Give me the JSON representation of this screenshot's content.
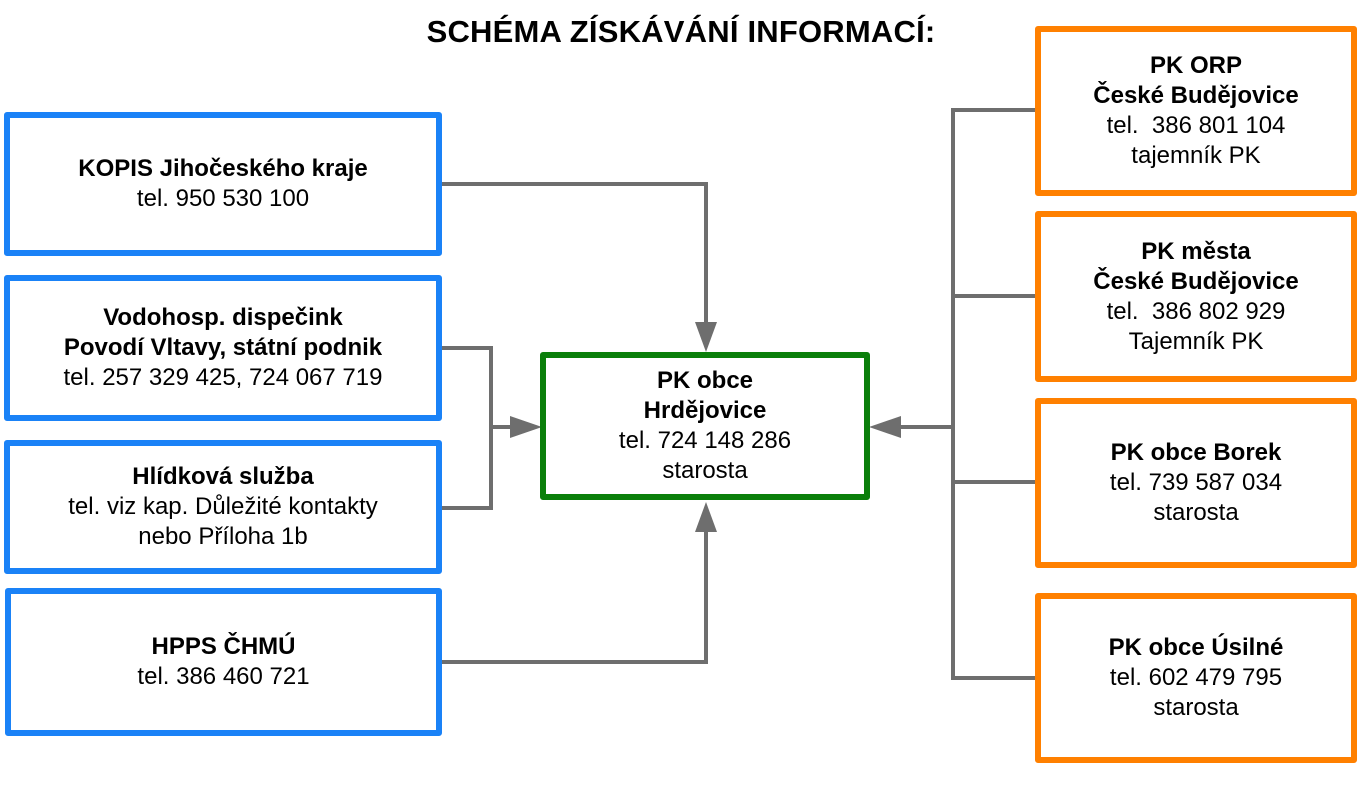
{
  "title": "SCHÉMA ZÍSKÁVÁNÍ INFORMACÍ:",
  "colors": {
    "source_border": "#1a82f7",
    "neighbor_border": "#ff8000",
    "center_border": "#0b7f0b",
    "connector": "#6e6e6e"
  },
  "center": {
    "lines": [
      {
        "text": "PK obce",
        "bold": true
      },
      {
        "text": "Hrdějovice",
        "bold": true
      },
      {
        "text": "tel. 724 148 286",
        "bold": false
      },
      {
        "text": "starosta",
        "bold": false
      }
    ]
  },
  "left_sources": [
    {
      "lines": [
        {
          "text": "KOPIS Jihočeského kraje",
          "bold": true
        },
        {
          "text": "tel. 950 530 100",
          "bold": false
        }
      ]
    },
    {
      "lines": [
        {
          "text": "Vodohosp. dispečink",
          "bold": true
        },
        {
          "text": "Povodí Vltavy, státní podnik",
          "bold": true
        },
        {
          "text": "tel. 257 329 425, 724 067 719",
          "bold": false
        }
      ]
    },
    {
      "lines": [
        {
          "text": "Hlídková služba",
          "bold": true
        },
        {
          "text": "tel. viz kap. Důležité kontakty",
          "bold": false
        },
        {
          "text": "nebo Příloha 1b",
          "bold": false
        }
      ]
    },
    {
      "lines": [
        {
          "text": "HPPS ČHMÚ",
          "bold": true
        },
        {
          "text": "tel. 386 460 721",
          "bold": false
        }
      ]
    }
  ],
  "right_sources": [
    {
      "lines": [
        {
          "text": "PK ORP",
          "bold": true
        },
        {
          "text": "České Budějovice",
          "bold": true
        },
        {
          "text": "tel.  386 801 104",
          "bold": false
        },
        {
          "text": "tajemník PK",
          "bold": false
        }
      ]
    },
    {
      "lines": [
        {
          "text": "PK města",
          "bold": true
        },
        {
          "text": "České Budějovice",
          "bold": true
        },
        {
          "text": "tel.  386 802 929",
          "bold": false
        },
        {
          "text": "Tajemník PK",
          "bold": false
        }
      ]
    },
    {
      "lines": [
        {
          "text": "PK obce Borek",
          "bold": true
        },
        {
          "text": "tel. 739 587 034",
          "bold": false
        },
        {
          "text": "starosta",
          "bold": false
        }
      ]
    },
    {
      "lines": [
        {
          "text": "PK obce Úsilné",
          "bold": true
        },
        {
          "text": "tel. 602 479 795",
          "bold": false
        },
        {
          "text": "starosta",
          "bold": false
        }
      ]
    }
  ]
}
